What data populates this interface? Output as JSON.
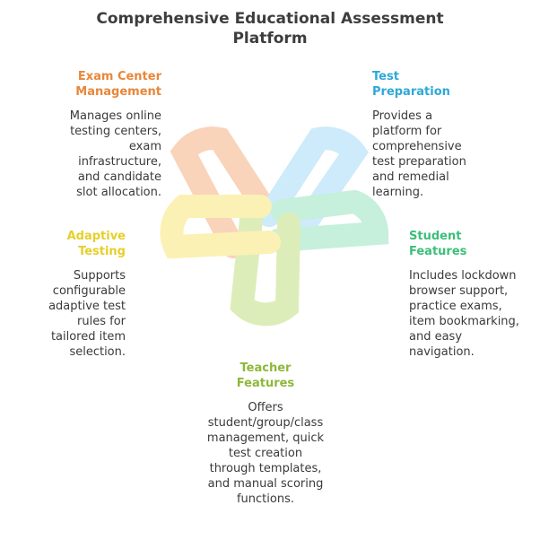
{
  "title": {
    "line1": "Comprehensive Educational Assessment",
    "line2": "Platform"
  },
  "sections": {
    "exam_center": {
      "head": [
        "Exam Center",
        "Management"
      ],
      "body": [
        "Manages online",
        "testing centers,",
        "exam",
        "infrastructure,",
        "and candidate",
        "slot allocation."
      ],
      "color": "#E8873A"
    },
    "test_prep": {
      "head": [
        "Test",
        "Preparation"
      ],
      "body": [
        "Provides a",
        "platform for",
        "comprehensive",
        "test preparation",
        "and remedial",
        "learning."
      ],
      "color": "#2EA8D8"
    },
    "adaptive": {
      "head": [
        "Adaptive",
        "Testing"
      ],
      "body": [
        "Supports",
        "configurable",
        "adaptive test",
        "rules for",
        "tailored item",
        "selection."
      ],
      "color": "#E5CF2A"
    },
    "student": {
      "head": [
        "Student",
        "Features"
      ],
      "body": [
        "Includes lockdown",
        "browser support,",
        "practice exams,",
        "item bookmarking,",
        "and easy",
        "navigation."
      ],
      "color": "#3BBF7A"
    },
    "teacher": {
      "head": [
        "Teacher",
        "Features"
      ],
      "body": [
        "Offers",
        "student/group/class",
        "management, quick",
        "test creation",
        "through templates,",
        "and manual scoring",
        "functions."
      ],
      "color": "#8DB83A"
    }
  },
  "loop_colors": {
    "orange": "#F9D3BA",
    "blue": "#CDEBFA",
    "green": "#C6EFDC",
    "lime": "#DDEDB9",
    "yellow": "#FBF1B5"
  }
}
